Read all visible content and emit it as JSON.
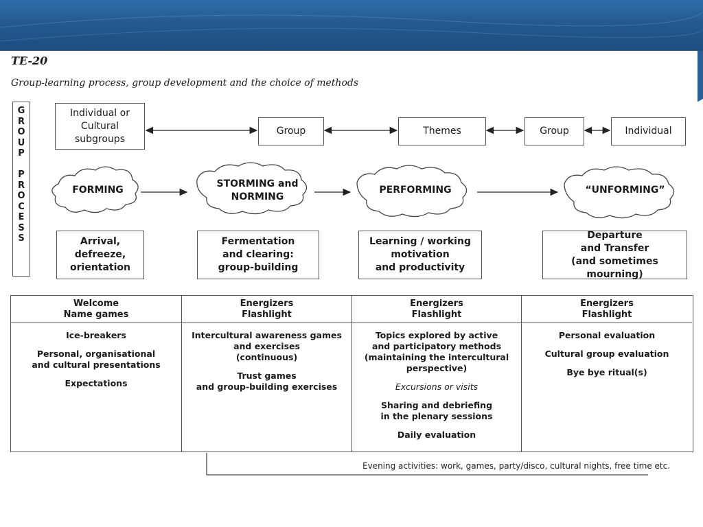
{
  "doc": {
    "id": "TE-20",
    "title": "Group-learning process, group development and the choice of methods"
  },
  "vertical_label": {
    "lines": [
      "G",
      "R",
      "O",
      "U",
      "P",
      "",
      "P",
      "R",
      "O",
      "C",
      "E",
      "S",
      "S"
    ]
  },
  "top_row": {
    "subgroups": "Individual or\nCultural\nsubgroups",
    "group1": "Group",
    "themes": "Themes",
    "group2": "Group",
    "individual": "Individual"
  },
  "phases": {
    "forming": "FORMING",
    "storming": "STORMING and\nNORMING",
    "performing": "PERFORMING",
    "unforming": "“UNFORMING”"
  },
  "descriptions": {
    "arrival": "Arrival,\ndefreeze,\norientation",
    "fermentation": "Fermentation\nand clearing:\ngroup-building",
    "learning": "Learning / working\nmotivation\nand productivity",
    "departure": "Departure\nand Transfer\n(and sometimes mourning)"
  },
  "table": {
    "columns": [
      {
        "head": [
          "Welcome",
          "Name games"
        ],
        "items": [
          {
            "text": "Ice-breakers",
            "italic": false
          },
          {
            "text": "Personal, organisational\nand cultural presentations",
            "italic": false
          },
          {
            "text": "Expectations",
            "italic": false
          }
        ]
      },
      {
        "head": [
          "Energizers",
          "Flashlight"
        ],
        "items": [
          {
            "text": "Intercultural awareness games\nand exercises\n(continuous)",
            "italic": false
          },
          {
            "text": "Trust games\nand group-building exercises",
            "italic": false
          }
        ]
      },
      {
        "head": [
          "Energizers",
          "Flashlight"
        ],
        "items": [
          {
            "text": "Topics explored by active\nand participatory methods\n(maintaining the intercultural\nperspective)",
            "italic": false
          },
          {
            "text": "Excursions or visits",
            "italic": true
          },
          {
            "text": "Sharing and debriefing\nin the plenary sessions",
            "italic": false
          },
          {
            "text": "Daily evaluation",
            "italic": false
          }
        ]
      },
      {
        "head": [
          "Energizers",
          "Flashlight"
        ],
        "items": [
          {
            "text": "Personal evaluation",
            "italic": false
          },
          {
            "text": "Cultural group evaluation",
            "italic": false
          },
          {
            "text": "Bye bye ritual(s)",
            "italic": false
          }
        ]
      }
    ]
  },
  "evening": "Evening activities: work, games, party/disco, cultural nights, free time  etc."
}
